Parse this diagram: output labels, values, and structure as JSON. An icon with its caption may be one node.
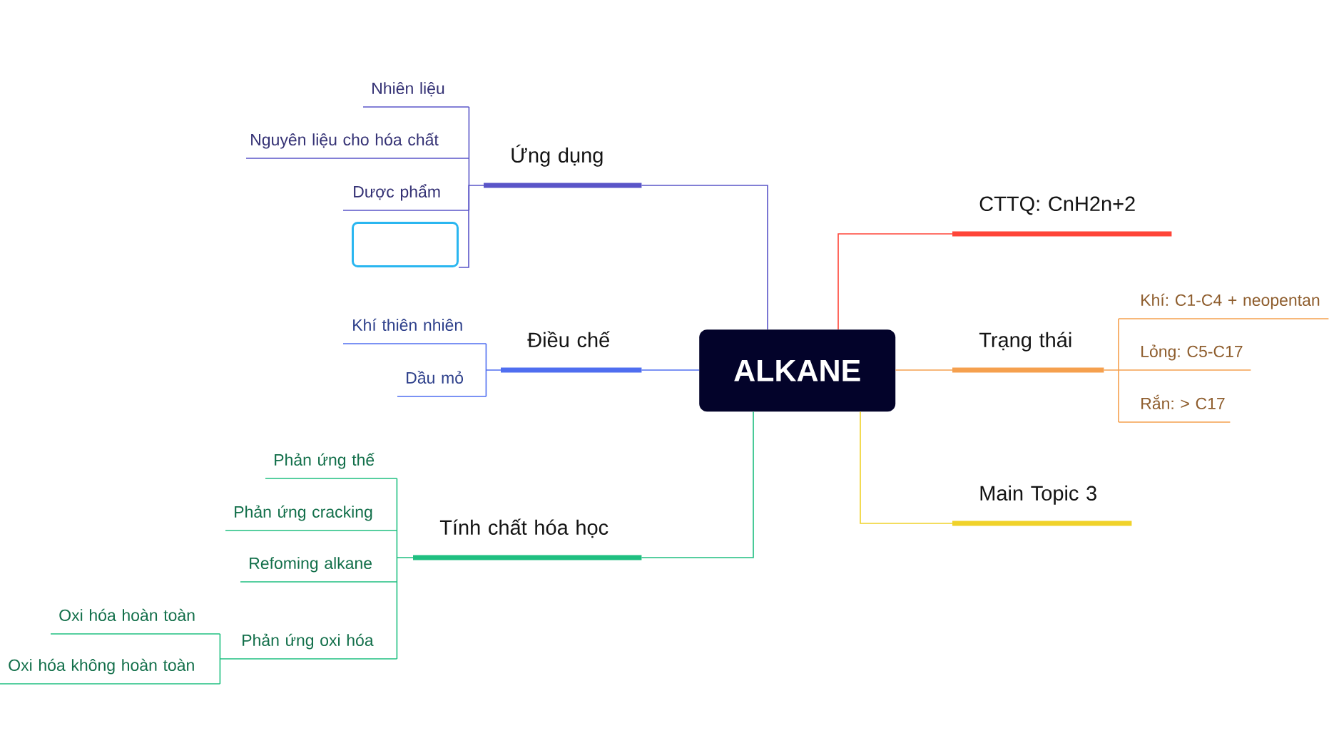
{
  "diagram": {
    "nodes": [
      {
        "text": [
          "ALKANE"
        ]
      },
      {
        "text": [
          "Ứng dụng"
        ]
      },
      {
        "text": [
          "Nhiên liệu"
        ]
      },
      {
        "text": [
          "Nguyên liệu cho hóa chất"
        ]
      },
      {
        "text": [
          "Dược phẩm"
        ]
      },
      {
        "text": [],
        "shape": "box"
      },
      {
        "text": [
          "Điều chế"
        ]
      },
      {
        "text": [
          "Khí thiên nhiên"
        ]
      },
      {
        "text": [
          "Dầu mỏ"
        ]
      },
      {
        "text": [
          "Tính chất hóa học"
        ]
      },
      {
        "text": [
          "Phản ứng thế"
        ]
      },
      {
        "text": [
          "Phản ứng cracking"
        ]
      },
      {
        "text": [
          "Refoming alkane"
        ]
      },
      {
        "text": [
          "Phản ứng oxi hóa"
        ]
      },
      {
        "text": [
          "Oxi hóa hoàn toàn"
        ]
      },
      {
        "text": [
          "Oxi hóa không hoàn toàn"
        ]
      },
      {
        "text": [
          "CTTQ: CnH2n+2"
        ]
      },
      {
        "text": [
          "Trạng thái"
        ]
      },
      {
        "text": [
          "Khí: C1-C4 + neopentan"
        ]
      },
      {
        "text": [
          "Lỏng: C5-C17"
        ]
      },
      {
        "text": [
          "Rắn: > C17"
        ]
      },
      {
        "text": [
          "Main Topic 3"
        ]
      }
    ],
    "edges": [
      {
        "from": 0,
        "to": 1,
        "arrow": "none",
        "color": "#5a55c8"
      },
      {
        "from": 1,
        "to": 2,
        "arrow": "none",
        "color": "#5a55c8"
      },
      {
        "from": 1,
        "to": 3,
        "arrow": "none",
        "color": "#5a55c8"
      },
      {
        "from": 1,
        "to": 4,
        "arrow": "none",
        "color": "#5a55c8"
      },
      {
        "from": 1,
        "to": 5,
        "arrow": "none",
        "color": "#5a55c8"
      },
      {
        "from": 0,
        "to": 6,
        "arrow": "none",
        "color": "#4f6ef0"
      },
      {
        "from": 6,
        "to": 7,
        "arrow": "none",
        "color": "#4f6ef0"
      },
      {
        "from": 6,
        "to": 8,
        "arrow": "none",
        "color": "#4f6ef0"
      },
      {
        "from": 0,
        "to": 9,
        "arrow": "none",
        "color": "#1fbf80"
      },
      {
        "from": 9,
        "to": 10,
        "arrow": "none",
        "color": "#1fbf80"
      },
      {
        "from": 9,
        "to": 11,
        "arrow": "none",
        "color": "#1fbf80"
      },
      {
        "from": 9,
        "to": 12,
        "arrow": "none",
        "color": "#1fbf80"
      },
      {
        "from": 9,
        "to": 13,
        "arrow": "none",
        "color": "#1fbf80"
      },
      {
        "from": 13,
        "to": 14,
        "arrow": "none",
        "color": "#1fbf80"
      },
      {
        "from": 13,
        "to": 15,
        "arrow": "none",
        "color": "#1fbf80"
      },
      {
        "from": 0,
        "to": 16,
        "arrow": "none",
        "color": "#ff4538"
      },
      {
        "from": 0,
        "to": 17,
        "arrow": "none",
        "color": "#f5a04e"
      },
      {
        "from": 17,
        "to": 18,
        "arrow": "none",
        "color": "#f5a04e"
      },
      {
        "from": 17,
        "to": 19,
        "arrow": "none",
        "color": "#f5a04e"
      },
      {
        "from": 17,
        "to": 20,
        "arrow": "none",
        "color": "#f5a04e"
      },
      {
        "from": 0,
        "to": 21,
        "arrow": "none",
        "color": "#f0d22a"
      }
    ]
  }
}
